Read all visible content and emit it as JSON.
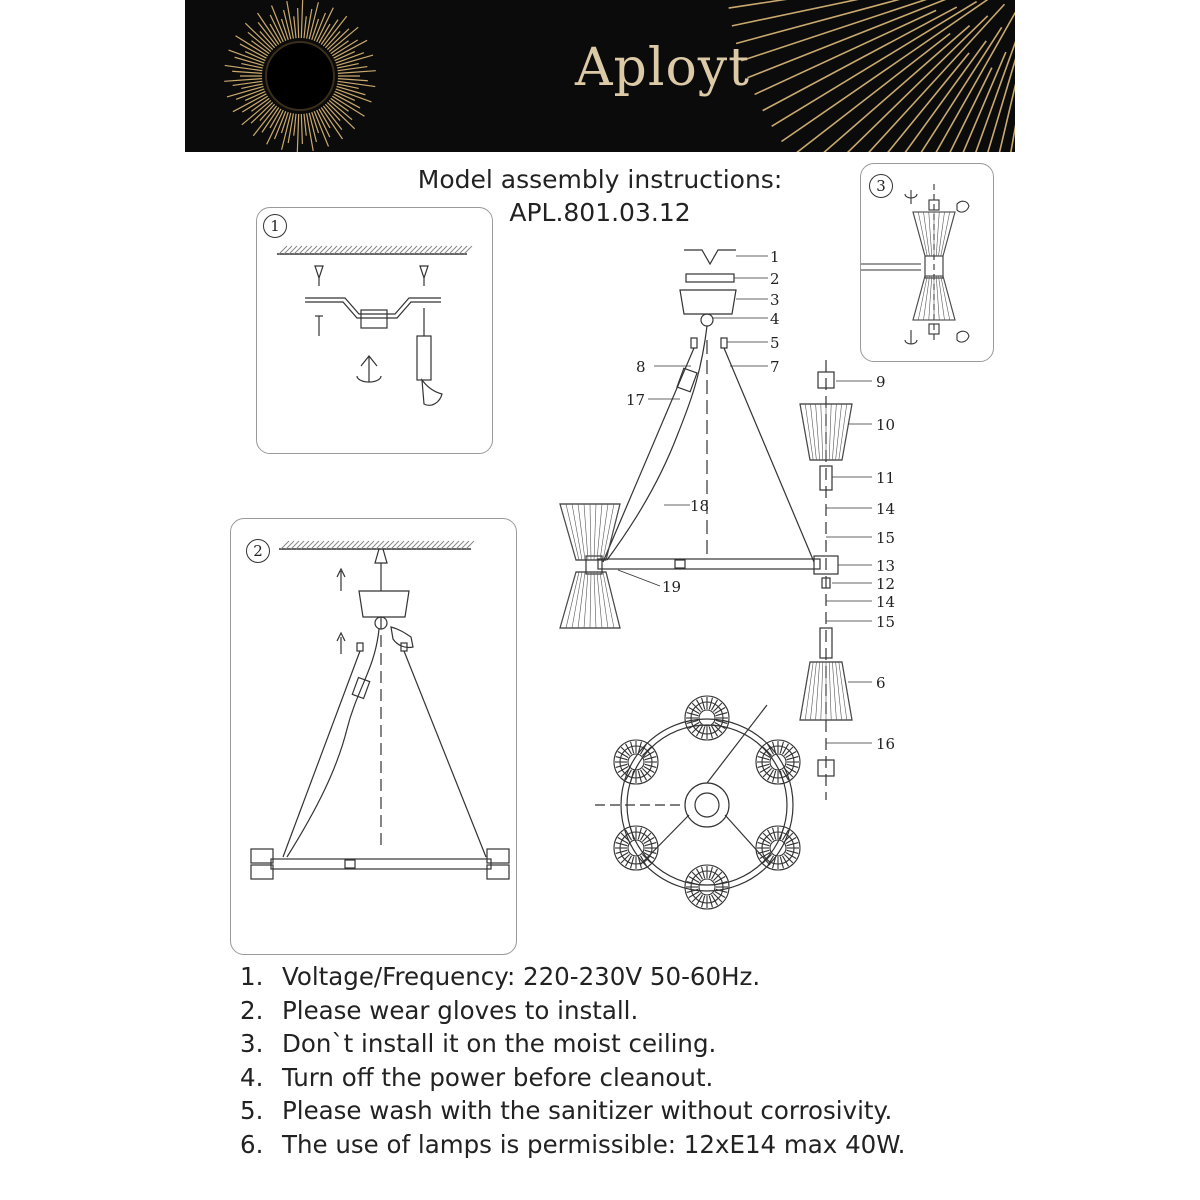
{
  "header": {
    "brand": "Aployt"
  },
  "title": {
    "line1": "Model assembly instructions:",
    "line2": "APL.801.03.12"
  },
  "panels": [
    {
      "number": "1"
    },
    {
      "number": "2"
    },
    {
      "number": "3"
    }
  ],
  "callouts": [
    "1",
    "2",
    "3",
    "4",
    "5",
    "7",
    "8",
    "17",
    "18",
    "19",
    "9",
    "10",
    "11",
    "14",
    "15",
    "13",
    "12",
    "14",
    "15",
    "6",
    "16"
  ],
  "notes": [
    {
      "num": "1.",
      "text": "Voltage/Frequency: 220-230V 50-60Hz."
    },
    {
      "num": "2.",
      "text": "Please wear gloves to install."
    },
    {
      "num": "3.",
      "text": "Don`t install it on the moist ceiling."
    },
    {
      "num": "4.",
      "text": "Turn off the power before cleanout."
    },
    {
      "num": "5.",
      "text": "Please wash with the sanitizer without corrosivity."
    },
    {
      "num": "6.",
      "text": "The use of lamps is permissible: 12xE14 max 40W."
    }
  ],
  "colors": {
    "header_bg": "#0b0b0b",
    "brand": "#dcc9a6",
    "rays": "#c9a96e",
    "line": "#333333"
  }
}
